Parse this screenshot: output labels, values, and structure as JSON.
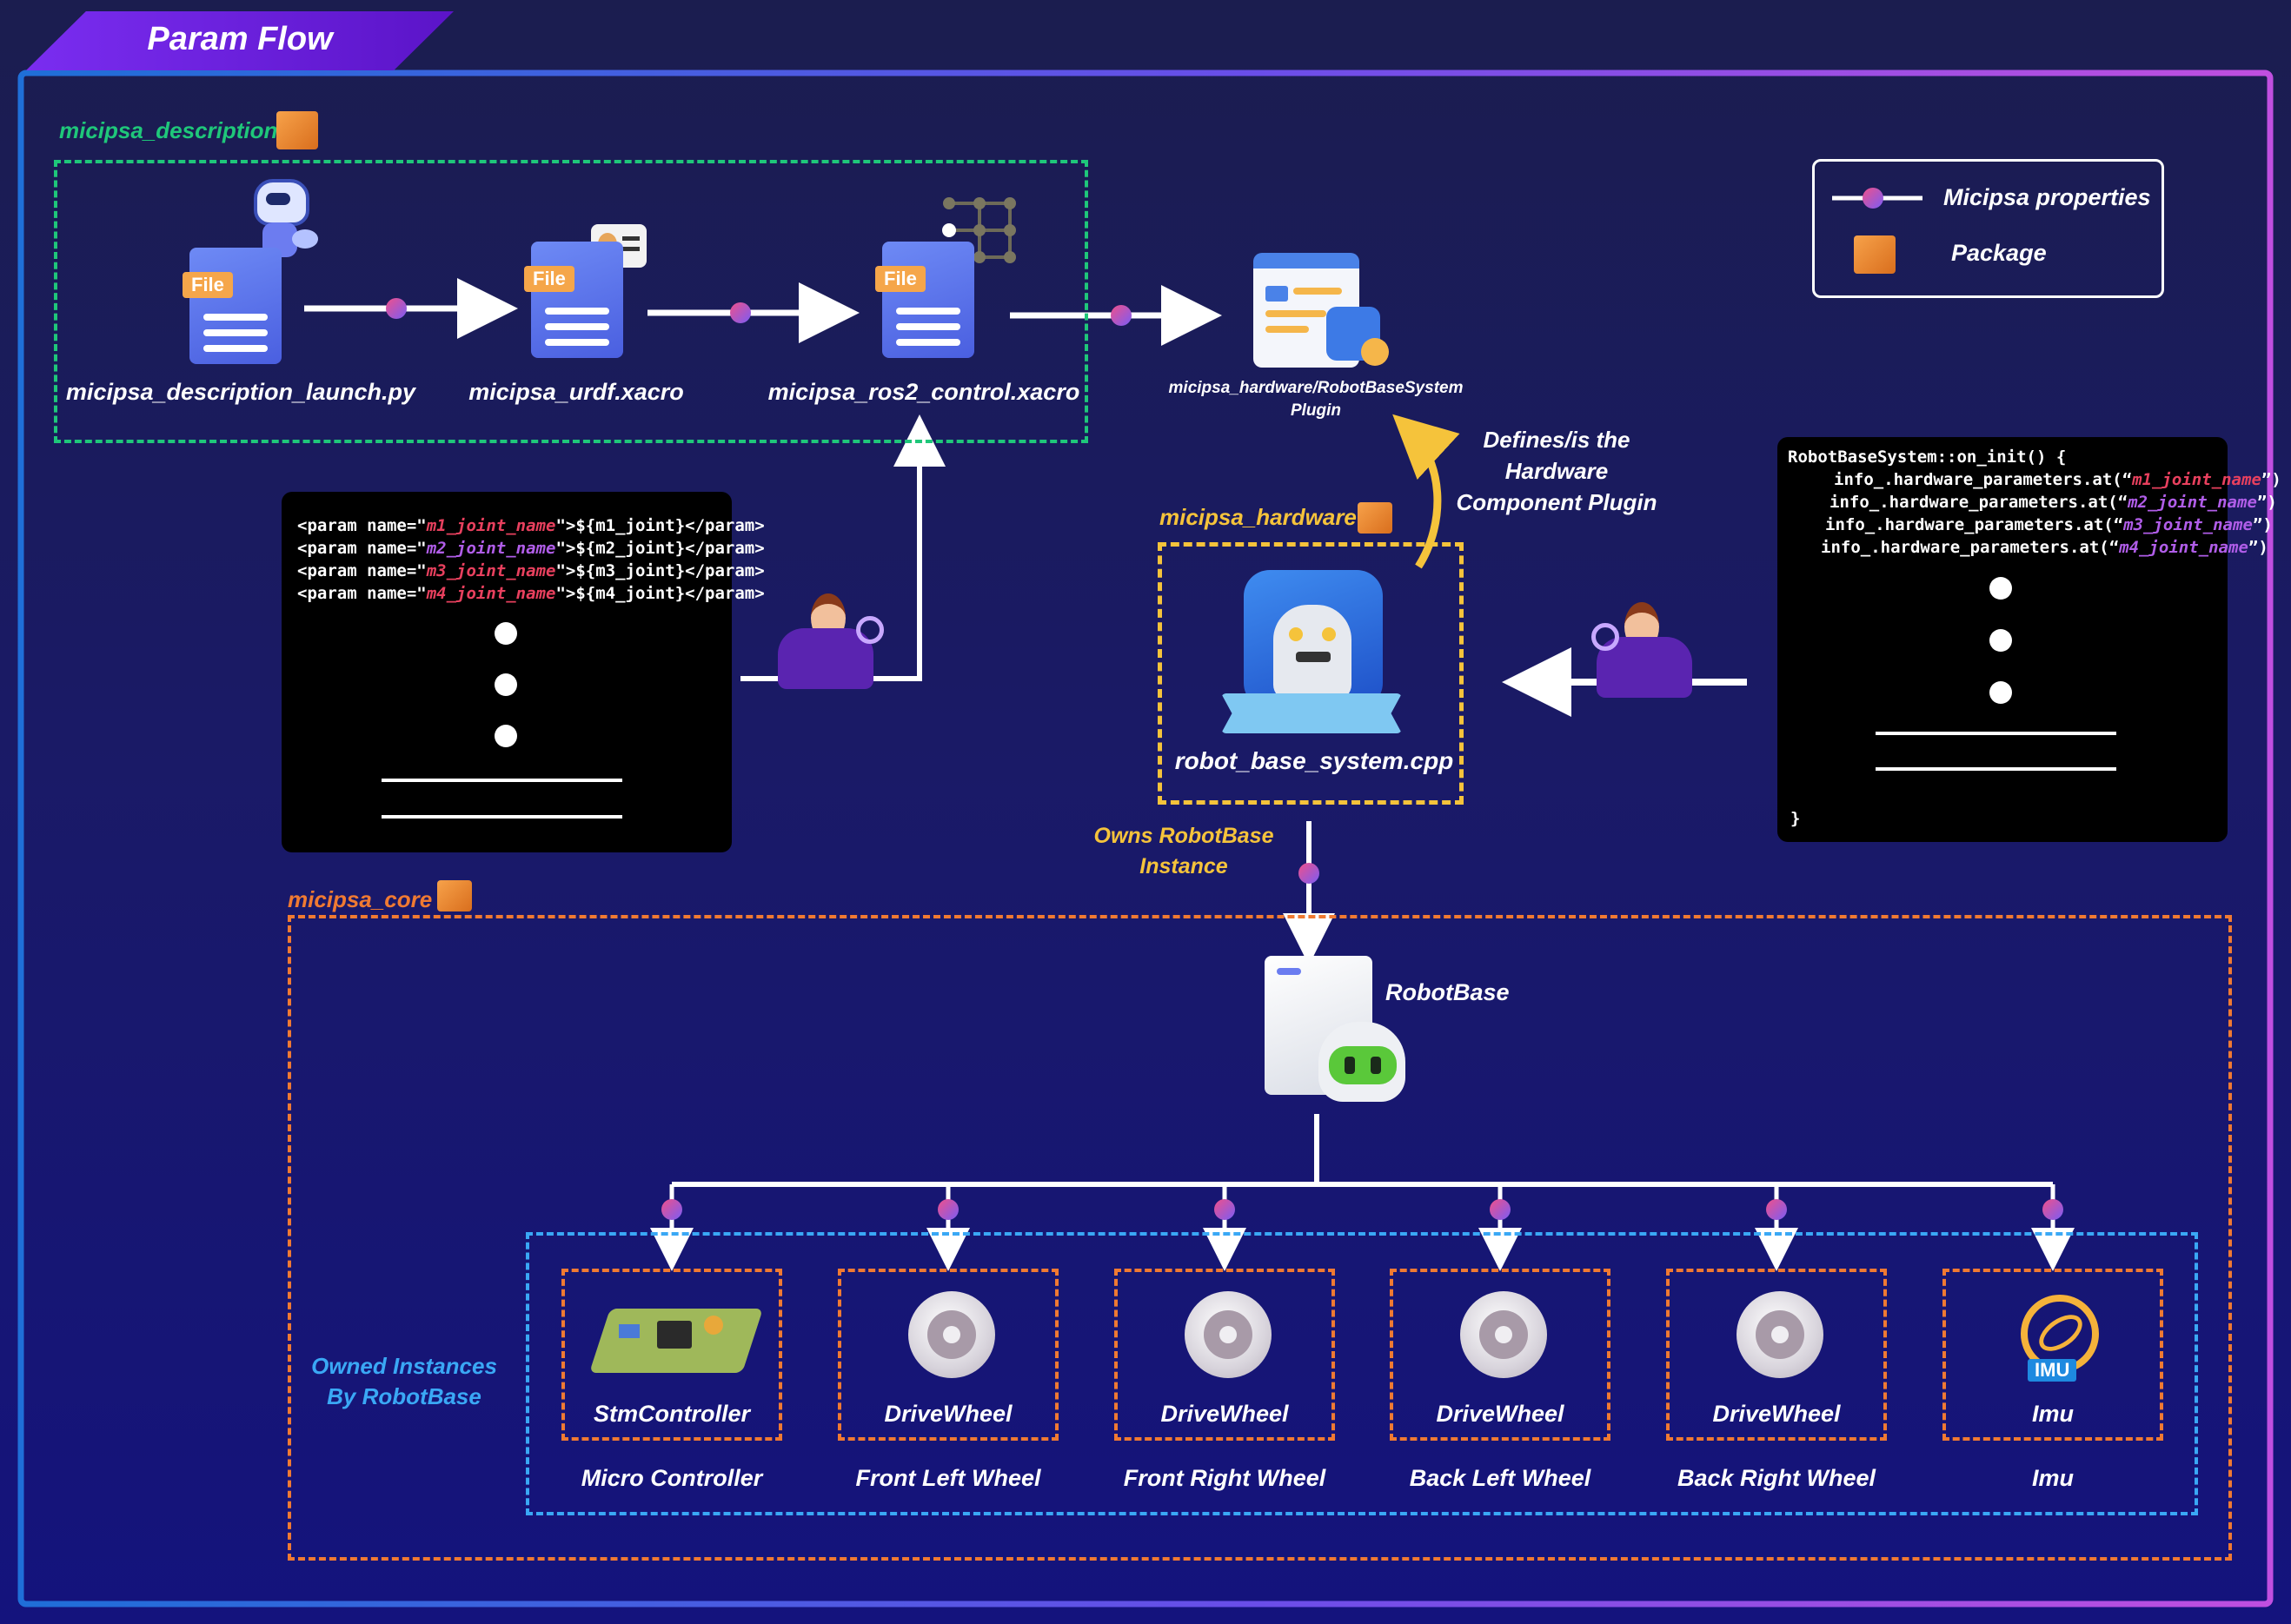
{
  "title": "Param Flow",
  "legend": {
    "property_label": "Micipsa properties",
    "package_label": "Package"
  },
  "packages": {
    "description": "micipsa_description",
    "hardware": "micipsa_hardware",
    "core": "micipsa_core"
  },
  "files": {
    "launch": "micipsa_description_launch.py",
    "urdf": "micipsa_urdf.xacro",
    "ros2_control": "micipsa_ros2_control.xacro",
    "file_badge": "File"
  },
  "plugin": {
    "line1": "micipsa_hardware/RobotBaseSystem",
    "line2": "Plugin"
  },
  "defines_note": [
    "Defines/is the",
    "Hardware",
    "Component Plugin"
  ],
  "hardware_file": "robot_base_system.cpp",
  "owns_note": [
    "Owns RobotBase",
    "Instance"
  ],
  "robot_base": "RobotBase",
  "owned_note": [
    "Owned Instances",
    "By RobotBase"
  ],
  "xacro_code": [
    {
      "pre": "<param name=\"",
      "name": "m1_joint_name",
      "post": "\">${m1_joint}</param>"
    },
    {
      "pre": "<param name=\"",
      "name": "m2_joint_name",
      "post": "\">${m2_joint}</param>"
    },
    {
      "pre": "<param name=\"",
      "name": "m3_joint_name",
      "post": "\">${m3_joint}</param>"
    },
    {
      "pre": "<param name=\"",
      "name": "m4_joint_name",
      "post": "\">${m4_joint}</param>"
    }
  ],
  "cpp_code": {
    "header": "RobotBaseSystem::on_init() {",
    "lines": [
      {
        "pre": "info_.hardware_parameters.at(“",
        "name": "m1_joint_name",
        "post": "”)"
      },
      {
        "pre": "info_.hardware_parameters.at(“",
        "name": "m2_joint_name",
        "post": "”)"
      },
      {
        "pre": "info_.hardware_parameters.at(“",
        "name": "m3_joint_name",
        "post": "”)"
      },
      {
        "pre": "info_.hardware_parameters.at(“",
        "name": "m4_joint_name",
        "post": "”)"
      }
    ],
    "footer": "}"
  },
  "instances": [
    {
      "name": "StmController",
      "caption": "Micro Controller",
      "icon": "microcontroller-icon"
    },
    {
      "name": "DriveWheel",
      "caption": "Front Left Wheel",
      "icon": "wheel-icon"
    },
    {
      "name": "DriveWheel",
      "caption": "Front Right Wheel",
      "icon": "wheel-icon"
    },
    {
      "name": "DriveWheel",
      "caption": "Back Left Wheel",
      "icon": "wheel-icon"
    },
    {
      "name": "DriveWheel",
      "caption": "Back Right Wheel",
      "icon": "wheel-icon"
    },
    {
      "name": "Imu",
      "caption": "Imu",
      "icon": "imu-icon",
      "icon_text": "IMU"
    }
  ],
  "colors": {
    "description": "#1fc77a",
    "hardware": "#f5c33b",
    "core": "#f07a32",
    "owned": "#3aa8f5",
    "title_bar": "#6a1de0",
    "dot_a": "#e84a8a",
    "dot_b": "#8a5cf0"
  }
}
